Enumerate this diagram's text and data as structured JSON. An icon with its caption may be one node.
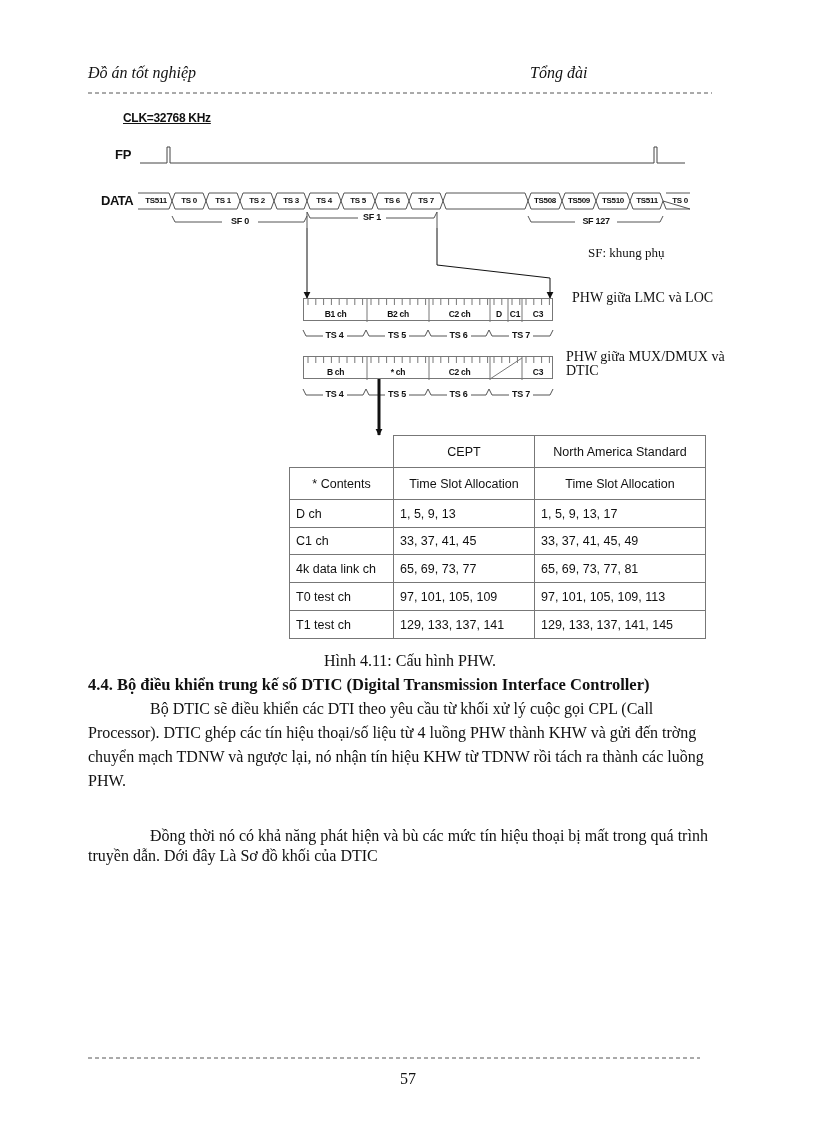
{
  "diagram": {
    "caption": "Hình 4.11: Cấu hình PHW.",
    "nodes": [
      {
        "text": [
          "SF 1"
        ]
      },
      {
        "text": [
          "B1 ch",
          "B2 ch",
          "C2 ch",
          "D",
          "C1",
          "C3"
        ]
      },
      {
        "text": [
          "B ch",
          "* ch",
          "C2 ch",
          "C3"
        ]
      },
      {
        "text": [],
        "shape": "box"
      }
    ],
    "edges": [
      {
        "from": 0,
        "to": 1,
        "arrow": "to"
      },
      {
        "from": 0,
        "to": 1,
        "arrow": "to"
      },
      {
        "from": 2,
        "to": 3,
        "arrow": "to",
        "style": "thick"
      }
    ],
    "labels": [
      "Đồ án tốt nghiệp",
      "Tổng đài",
      "CLK=32768 KHz",
      "FP",
      "DATA",
      "TS511",
      "TS 0",
      "TS 1",
      "TS 2",
      "TS 3",
      "TS 4",
      "TS 5",
      "TS 6",
      "TS 7",
      "TS508",
      "TS509",
      "TS510",
      "TS511",
      "TS 0",
      "SF 0",
      "SF 127",
      "SF: khung phụ",
      "PHW giữa LMC và LOC",
      "TS 4",
      "TS 5",
      "TS 6",
      "TS 7",
      "PHW giữa MUX/DMUX và DTIC",
      "TS 4",
      "TS 5",
      "TS 6",
      "TS 7",
      "CEPT",
      "North America Standard",
      "* Contents",
      "Time Slot Allocation",
      "Time Slot Allocation",
      "D ch",
      "1, 5, 9, 13",
      "1, 5, 9, 13, 17",
      "C1 ch",
      "33, 37, 41, 45",
      "33, 37, 41, 45, 49",
      "4k data link ch",
      "65, 69, 73, 77",
      "65, 69, 73, 77, 81",
      "T0 test ch",
      "97, 101, 105, 109",
      "97, 101, 105, 109, 113",
      "T1 test ch",
      "129, 133, 137, 141",
      "129, 133, 137, 141, 145",
      "4.4. Bộ điều khiển trung kế số DTIC (Digital Transmission Interface Controller)",
      "Bộ DTIC sẽ điều khiển các DTI theo yêu cầu từ khối xử lý cuộc gọi CPL (Call Processor). DTIC ghép các tín hiệu thoại/số liệu từ 4 luồng PHW thành KHW và gửi đến trờng chuyển mạch TDNW và ngược lại, nó nhận tín hiệu KHW từ TDNW rồi tách ra thành các luồng PHW.",
      "Đồng thời nó có khả năng phát hiện và bù các mức tín hiệu thoại bị mất trong quá trình truyền dẫn. Dới đây Là Sơ đồ khối của DTIC",
      "57"
    ]
  }
}
